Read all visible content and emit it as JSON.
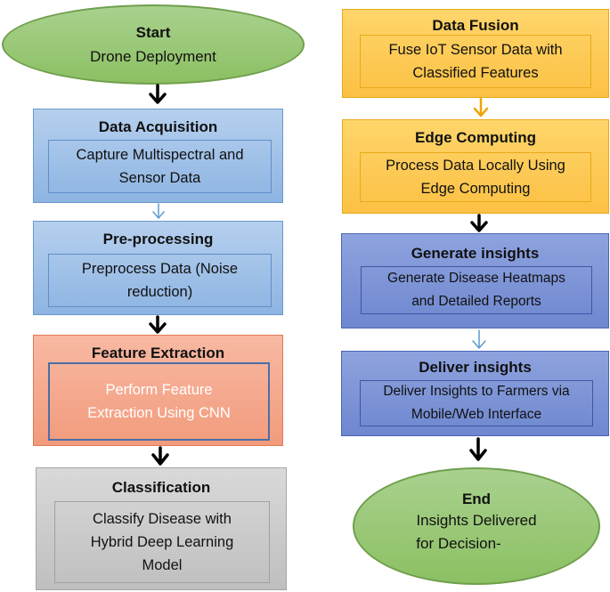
{
  "start": {
    "title": "Start",
    "subtitle": "Drone Deployment"
  },
  "left_steps": [
    {
      "title": "Data Acquisition",
      "lines": [
        "Capture Multispectral and",
        "Sensor Data"
      ]
    },
    {
      "title": "Pre-processing",
      "lines": [
        "Preprocess Data (Noise",
        "reduction)"
      ]
    },
    {
      "title": "Feature Extraction",
      "lines": [
        "Perform Feature",
        "Extraction Using CNN"
      ]
    },
    {
      "title": "Classification",
      "lines": [
        "Classify Disease with",
        "Hybrid Deep Learning",
        "Model"
      ]
    }
  ],
  "right_steps": [
    {
      "title": "Data Fusion",
      "lines": [
        "Fuse IoT Sensor Data with",
        "Classified Features"
      ]
    },
    {
      "title": "Edge Computing",
      "lines": [
        "Process Data Locally Using",
        "Edge Computing"
      ]
    },
    {
      "title": "Generate insights",
      "lines": [
        "Generate Disease Heatmaps",
        "and Detailed Reports"
      ]
    },
    {
      "title": "Deliver insights",
      "lines": [
        "Deliver Insights to Farmers via",
        "Mobile/Web Interface"
      ]
    }
  ],
  "end": {
    "title": "End",
    "lines": [
      "Insights Delivered",
      "for Decision-"
    ]
  },
  "colors": {
    "start_end": "#a9d18e",
    "acquisition": "#9dc3e6",
    "feature_extraction": "#f4b183",
    "classification": "#d0d0d0",
    "data_fusion": "#ffd966",
    "insights": "#7f95d6"
  }
}
